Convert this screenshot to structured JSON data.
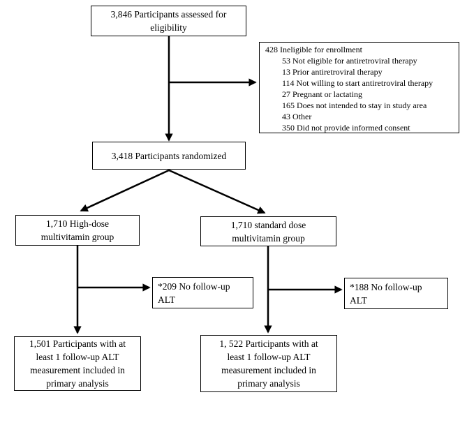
{
  "diagram": {
    "type": "flowchart",
    "description": "Participant flow (CONSORT-style) diagram for a multivitamin trial",
    "colors": {
      "background": "#ffffff",
      "box_border": "#000000",
      "text": "#000000",
      "arrow": "#000000"
    },
    "boxes": {
      "assessed": {
        "lines": [
          "3,846 Participants assessed for",
          "eligibility"
        ]
      },
      "ineligible": {
        "lines": [
          "428 Ineligible for enrollment",
          "53 Not eligible for antiretroviral therapy",
          "13 Prior antiretroviral therapy",
          "114 Not willing to start antiretroviral therapy",
          "27 Pregnant or lactating",
          "165 Does not intended to stay in study area",
          "43 Other",
          "350 Did not provide informed consent"
        ]
      },
      "randomized": {
        "lines": [
          "3,418 Participants randomized"
        ]
      },
      "high_dose": {
        "lines": [
          "1,710 High-dose",
          "multivitamin group"
        ]
      },
      "standard_dose": {
        "lines": [
          "1,710 standard dose",
          "multivitamin group"
        ]
      },
      "no_followup_high": {
        "lines": [
          "*209 No follow-up",
          "ALT"
        ]
      },
      "no_followup_standard": {
        "lines": [
          "*188 No follow-up",
          "ALT"
        ]
      },
      "primary_high": {
        "lines": [
          "1,501 Participants with at",
          "least 1 follow-up ALT",
          "measurement included in",
          "primary analysis"
        ]
      },
      "primary_standard": {
        "lines": [
          "1, 522 Participants with at",
          "least 1 follow-up ALT",
          "measurement included in",
          "primary analysis"
        ]
      }
    }
  }
}
